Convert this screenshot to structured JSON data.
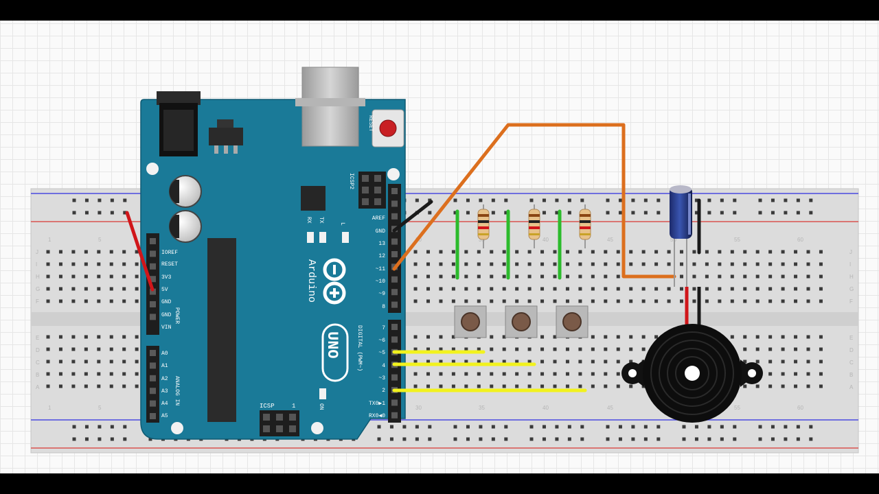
{
  "arduino": {
    "reset_label": "RESET",
    "icsp2_label": "ICSP2",
    "icsp_label": "ICSP",
    "icsp_pin1": "1",
    "tx_label": "TX",
    "rx_label": "RX",
    "l_label": "L",
    "on_label": "ON",
    "brand": "Arduino",
    "model": "UNO",
    "digital_label": "DIGITAL (PWM~)",
    "power_label": "POWER",
    "analog_label": "ANALOG IN",
    "power_pins": [
      "IOREF",
      "RESET",
      "3V3",
      "5V",
      "GND",
      "GND",
      "VIN"
    ],
    "analog_pins": [
      "A0",
      "A1",
      "A2",
      "A3",
      "A4",
      "A5"
    ],
    "digital_top_pins": [
      "AREF",
      "GND",
      "13",
      "12",
      "~11",
      "~10",
      "~9",
      "8"
    ],
    "digital_bottom_pins": [
      "7",
      "~6",
      "~5",
      "4",
      "~3",
      "2",
      "TX0▶1",
      "RX0◀0"
    ]
  },
  "breadboard": {
    "column_labels": [
      "1",
      "5",
      "30",
      "35",
      "40",
      "45",
      "50",
      "55",
      "60"
    ],
    "row_labels_top": [
      "J",
      "I",
      "H",
      "G",
      "F"
    ],
    "row_labels_bottom": [
      "E",
      "D",
      "C",
      "B",
      "A"
    ]
  },
  "colors": {
    "board": "#1a7a98",
    "wire_red": "#d0161a",
    "wire_black": "#1a1a1a",
    "wire_orange": "#dc6f1e",
    "wire_yellow": "#f2f21d",
    "wire_green": "#2cbb2c",
    "rail_red": "#d9534f",
    "rail_blue": "#4a4ae0"
  }
}
